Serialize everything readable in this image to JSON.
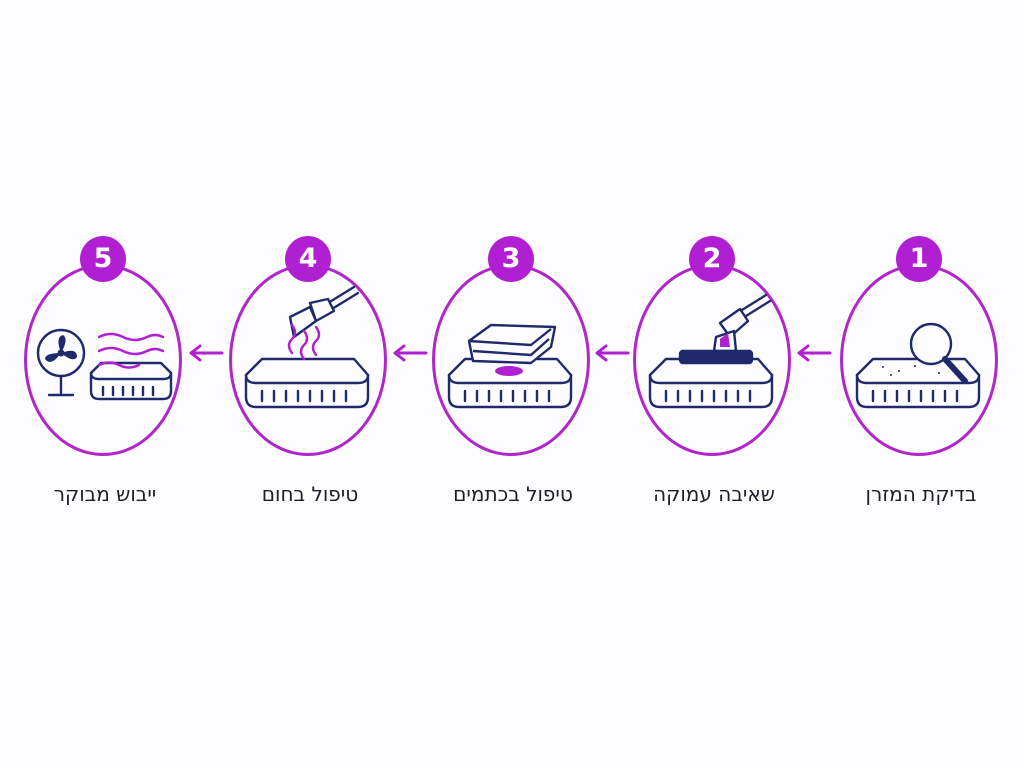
{
  "colors": {
    "accent": "#b01fd1",
    "outline": "#1f2a6b",
    "background": "#fdfcfe"
  },
  "steps": [
    {
      "number": "1",
      "label": "בדיקת המזרן",
      "icon": "magnifier-mattress-icon"
    },
    {
      "number": "2",
      "label": "שאיבה עמוקה",
      "icon": "vacuum-mattress-icon"
    },
    {
      "number": "3",
      "label": "טיפול בכתמים",
      "icon": "towel-stain-mattress-icon"
    },
    {
      "number": "4",
      "label": "טיפול בחום",
      "icon": "steam-mattress-icon"
    },
    {
      "number": "5",
      "label": "ייבוש מבוקר",
      "icon": "fan-drying-mattress-icon"
    }
  ]
}
